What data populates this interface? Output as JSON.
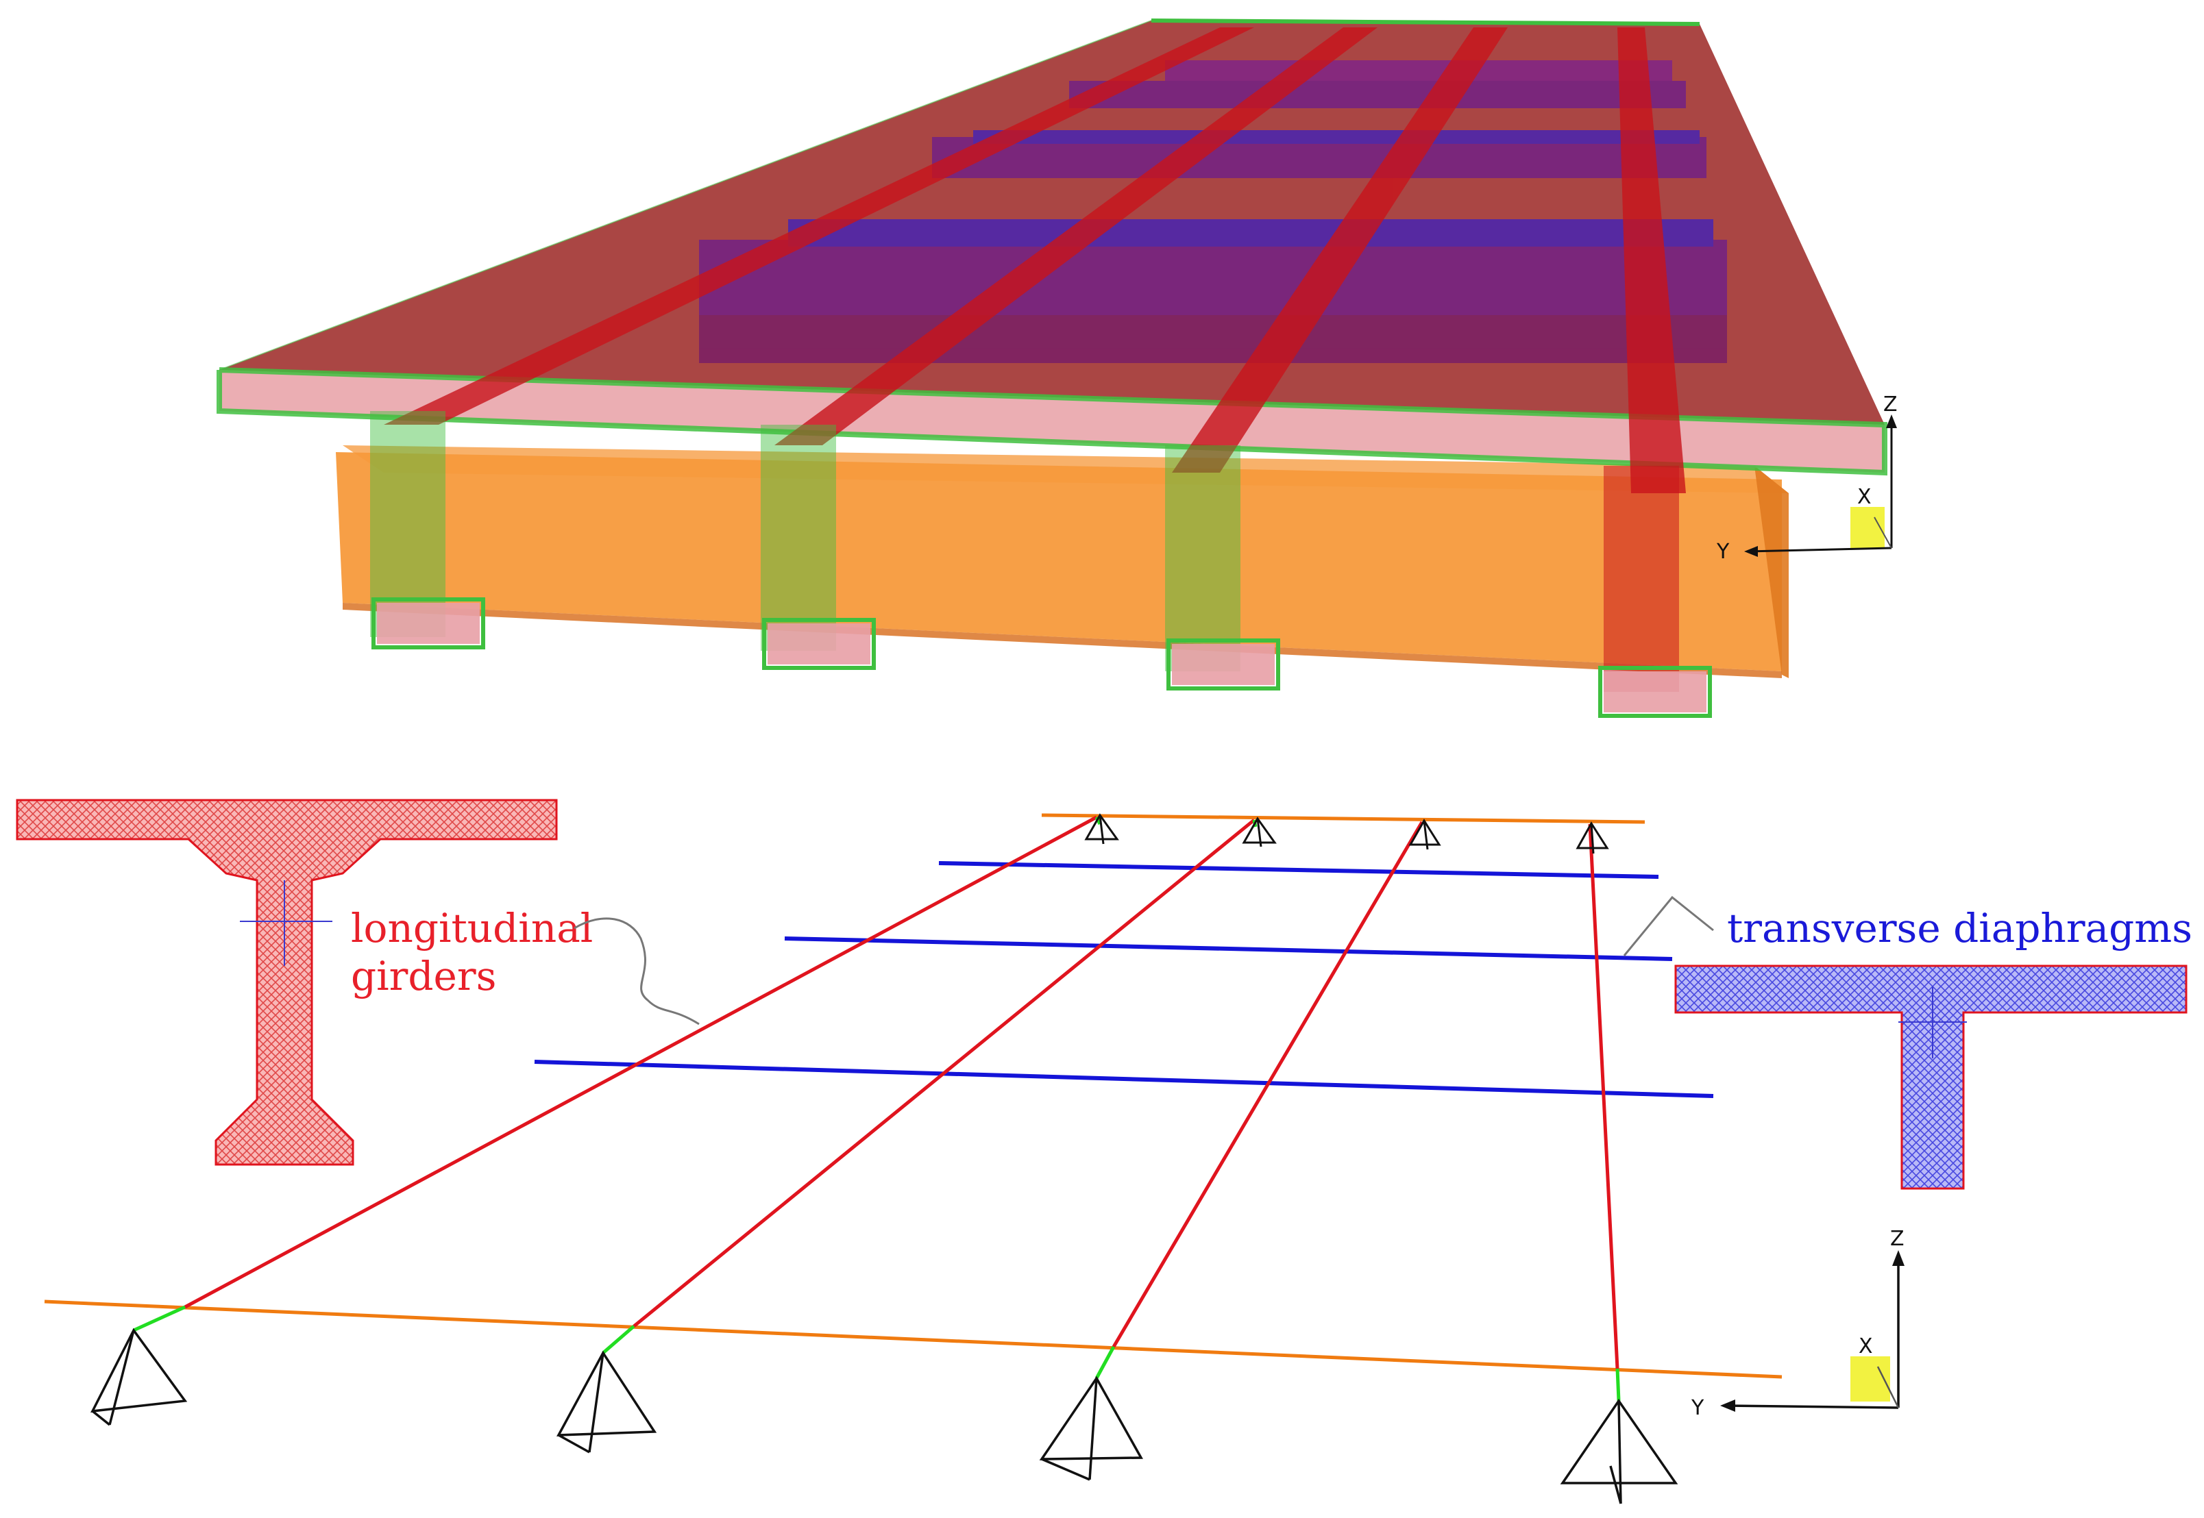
{
  "labels": {
    "girders_line1": "longitudinal",
    "girders_line2": "girders",
    "diaphragms": "transverse diaphragms"
  },
  "axes": {
    "z": "Z",
    "x": "X",
    "y": "Y"
  },
  "colors": {
    "deck": "#9e2c2a",
    "girder": "#c8141b",
    "diaphragm": "#4a1cc8",
    "support_beam": "#f58a1f",
    "edge_green": "#3fbf3f",
    "girder_line": "#e0141e",
    "diaphragm_line": "#1414d8",
    "abutment_line": "#f07b10",
    "rigid_link": "#22dd22",
    "girder_section": "#f06a6a",
    "diaphragm_section": "#6b6be8"
  },
  "model": {
    "girder_count": 4,
    "diaphragm_count": 3,
    "support_count": 8
  }
}
